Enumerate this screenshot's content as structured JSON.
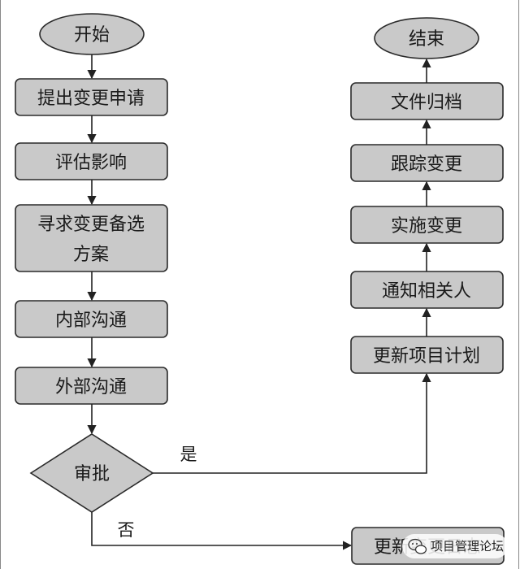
{
  "nodes": {
    "start": "开始",
    "submit_request": "提出变更申请",
    "assess_impact": "评估影响",
    "seek_alternatives_line1": "寻求变更备选",
    "seek_alternatives_line2": "方案",
    "internal_comm": "内部沟通",
    "external_comm": "外部沟通",
    "approval": "审批",
    "update_plan": "更新项目计划",
    "notify_stakeholders": "通知相关人",
    "implement_change": "实施变更",
    "track_change": "跟踪变更",
    "archive_docs": "文件归档",
    "end": "结束",
    "update_change_log": "更新变更日志"
  },
  "edges": {
    "yes_label": "是",
    "no_label": "否"
  },
  "watermark": {
    "text": "项目管理论坛",
    "icon": "wechat-icon"
  },
  "colors": {
    "node_fill": "#c9c9c9",
    "stroke": "#2a2a2a"
  }
}
